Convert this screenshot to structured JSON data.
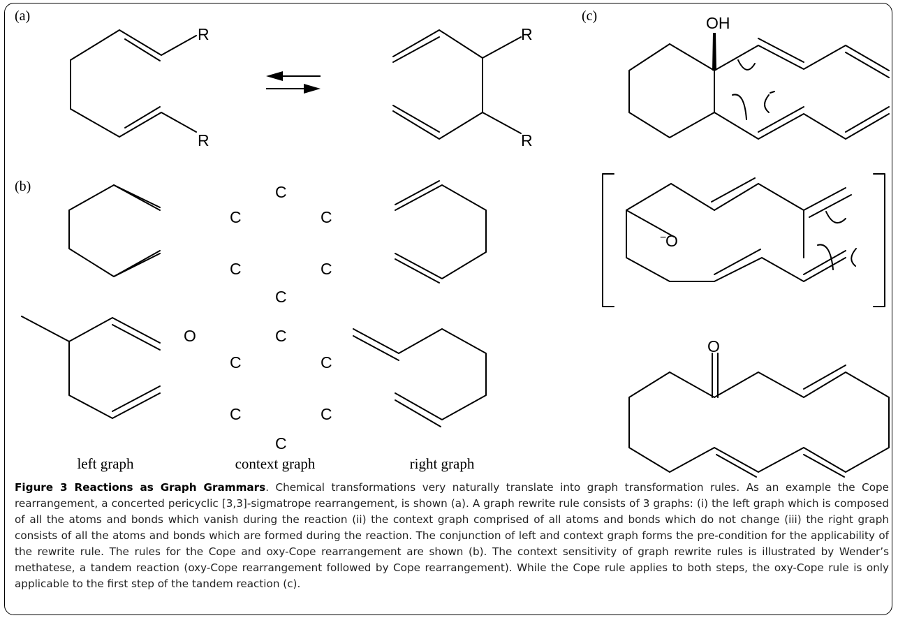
{
  "panels": {
    "a": "(a)",
    "b": "(b)",
    "c": "(c)"
  },
  "atoms": {
    "R": "R",
    "C": "C",
    "O": "O",
    "OH": "OH",
    "Ominus": "O",
    "minus": "−"
  },
  "graph_labels": {
    "left": "left graph",
    "context": "context graph",
    "right": "right graph"
  },
  "caption": {
    "title": "Figure 3 Reactions as Graph Grammars",
    "text": ". Chemical transformations very naturally translate into graph transformation rules. As an example the Cope rearrangement, a concerted pericyclic [3,3]-sigmatrope rearrangement, is shown (a). A graph rewrite rule consists of 3 graphs: (i) the left graph which is composed of all the atoms and bonds which vanish during the reaction (ii) the context graph comprised of all atoms and bonds which do not change (iii) the right graph consists of all the atoms and bonds which are formed during the reaction. The conjunction of left and context graph forms the pre-condition for the applicability of the rewrite rule. The rules for the Cope and oxy-Cope rearrangement are shown (b). The context sensitivity of graph rewrite rules is illustrated by Wender’s methatese, a tandem reaction (oxy-Cope rearrangement followed by Cope rearrangement). While the Cope rule applies to both steps, the oxy-Cope rule is only applicable to the first step of the tandem reaction (c)."
  }
}
